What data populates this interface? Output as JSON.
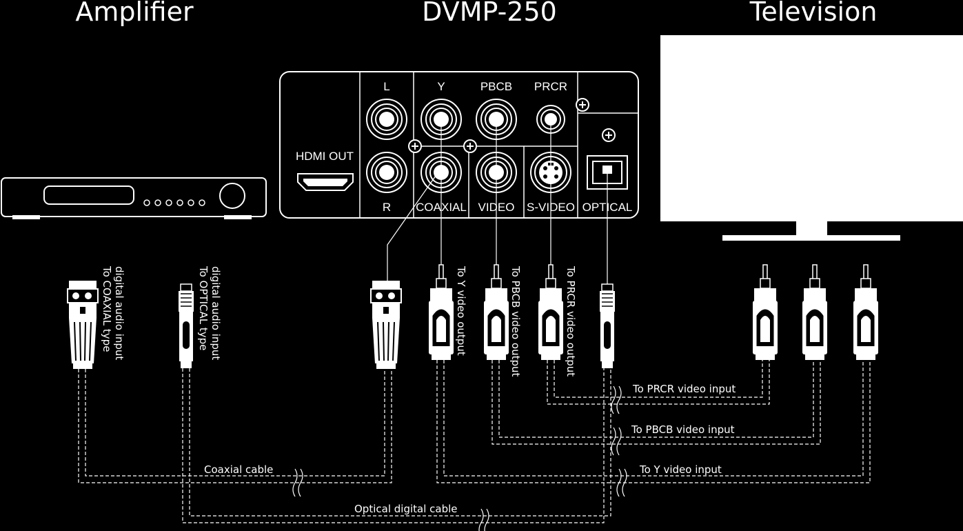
{
  "titles": {
    "amplifier": "Amplifier",
    "player": "DVMP-250",
    "television": "Television"
  },
  "panel": {
    "hdmi": "HDMI OUT",
    "top_labels": [
      "L",
      "Y",
      "PBCB",
      "PRCR"
    ],
    "bottom_labels": [
      "R",
      "COAXIAL",
      "VIDEO",
      "S-VIDEO",
      "OPTICAL"
    ]
  },
  "connectors": {
    "coax_amp": [
      "To COAXIAL type",
      "digital audio input"
    ],
    "optical_amp": [
      "To OPTICAL type",
      "digital audio input"
    ],
    "y_out": "To Y video output",
    "pbcb_out": "To PBCB video output",
    "prcr_out": "To PRCR video output"
  },
  "cables": {
    "prcr_in": "To PRCR video input",
    "pbcb_in": "To PBCB video input",
    "y_in": "To Y video input",
    "coaxial": "Coaxial cable",
    "optical": "Optical digital cable"
  }
}
